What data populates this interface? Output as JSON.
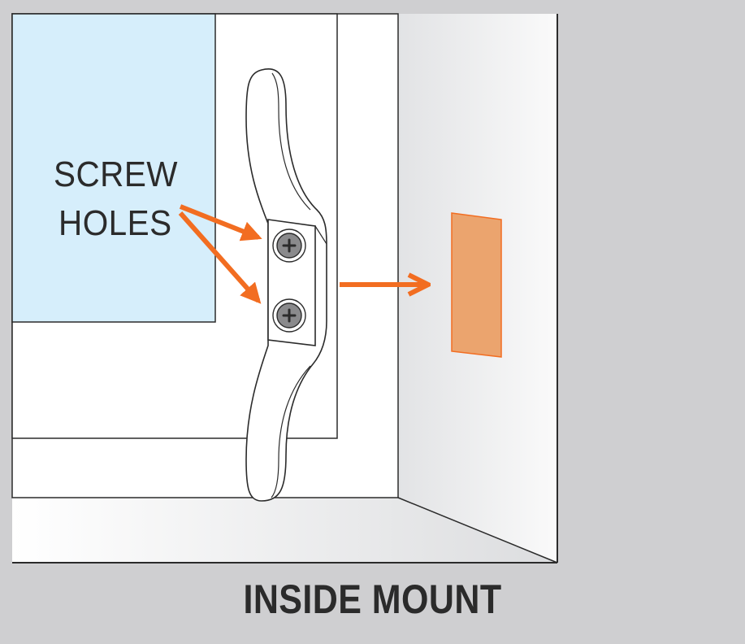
{
  "labels": {
    "screw_holes_line1": "SCREW",
    "screw_holes_line2": "HOLES",
    "caption": "INSIDE MOUNT"
  },
  "colors": {
    "glass": "#d6eefb",
    "frame": "#ffffff",
    "wall": "#cfcfd1",
    "outline": "#2b2b2b",
    "accent": "#f26d21",
    "adhesive_pad": "#eba46e"
  },
  "icons": [
    "cleat-hook",
    "screw-icon",
    "adhesive-pad",
    "arrow"
  ]
}
